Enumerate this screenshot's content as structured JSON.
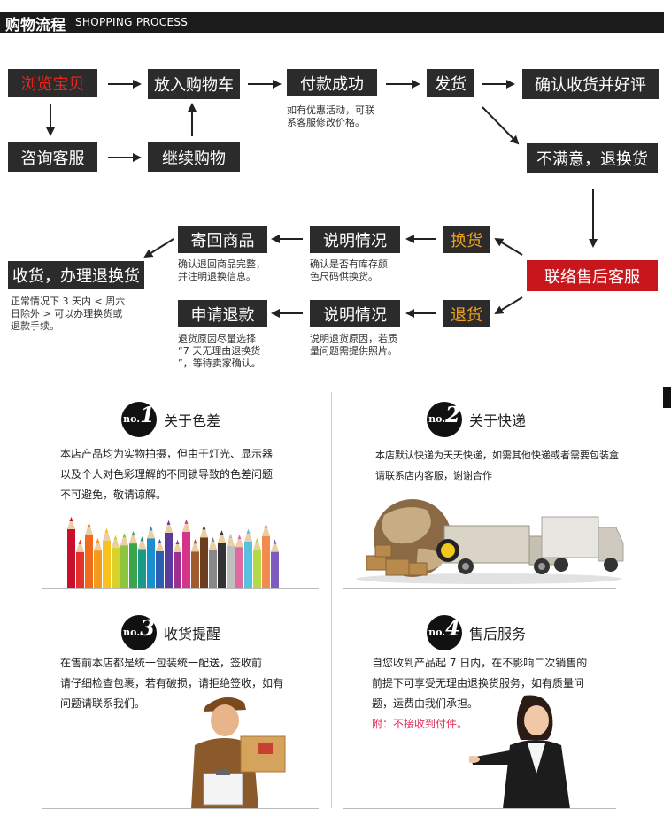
{
  "header": {
    "title": "购物流程",
    "subtitle": "SHOPPING PROCESS"
  },
  "flow": {
    "browse": "浏览宝贝",
    "cart": "放入购物车",
    "paid": "付款成功",
    "ship": "发货",
    "confirm": "确认收货并好评",
    "consult": "咨询客服",
    "continue": "继续购物",
    "unhappy": "不满意，退换货",
    "contact": "联络售后客服",
    "exchange": "换货",
    "refund": "退货",
    "explain1": "说明情况",
    "explain2": "说明情况",
    "sendback": "寄回商品",
    "apply": "申请退款",
    "refund_done": "收货，办理退换货"
  },
  "notes": {
    "paid_1": "如有优惠活动，可联",
    "paid_2": "系客服修改价格。",
    "sendback_1": "确认退回商品完整，",
    "sendback_2": "并注明退换信息。",
    "explain1_1": "确认是否有库存颜",
    "explain1_2": "色尺码供换货。",
    "done_1": "正常情况下 3 天内 < 周六",
    "done_2": "日除外 > 可以办理换货或",
    "done_3": "退款手续。",
    "apply_1": "退货原因尽量选择",
    "apply_2": "“7 天无理由退换货",
    "apply_3": "”，等待卖家确认。",
    "explain2_1": "说明退货原因，若质",
    "explain2_2": "量问题需提供照片。"
  },
  "sections": {
    "s1": {
      "no": "no.",
      "n": "1",
      "title": "关于色差",
      "l1": "本店产品均为实物拍摄，但由于灯光、显示器",
      "l2": "以及个人对色彩理解的不同锁导致的色差问题",
      "l3": "不可避免，敬请谅解。"
    },
    "s2": {
      "no": "no.",
      "n": "2",
      "title": "关于快递",
      "l1": "本店默认快递为天天快递，如需其他快递或者需要包装盒",
      "l2": "请联系店内客服，谢谢合作"
    },
    "s3": {
      "no": "no.",
      "n": "3",
      "title": "收货提醒",
      "l1": "在售前本店都是统一包装统一配送，签收前",
      "l2": "请仔细检查包裹，若有破损，请拒绝签收，如有",
      "l3": "问题请联系我们。"
    },
    "s4": {
      "no": "no.",
      "n": "4",
      "title": "售后服务",
      "l1": "自您收到产品起 7 日内，在不影响二次销售的",
      "l2": "前提下可享受无理由退换货服务，如有质量问",
      "l3": "题，运费由我们承担。",
      "l4": "附：不接收到付件。"
    }
  },
  "colors": {
    "box_bg": "#2b2b2b",
    "accent_red": "#e8251b",
    "accent_orange": "#f0a21c",
    "red_bg": "#c8161d"
  }
}
